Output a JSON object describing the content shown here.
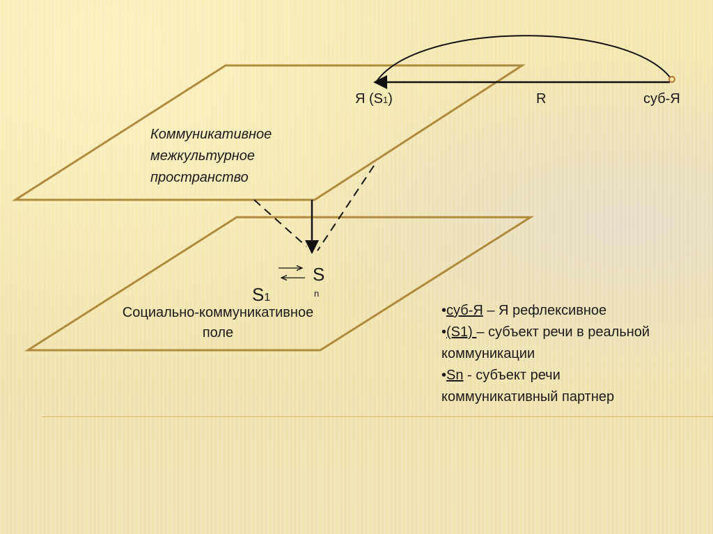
{
  "upper_plane": {
    "label_lines": [
      "Коммуникативное",
      "межкультурное",
      "пространство"
    ]
  },
  "lower_plane": {
    "label_lines": [
      "Социально-коммуникативное",
      "поле"
    ]
  },
  "relation": {
    "left_label": "Я (S",
    "left_sub": "1",
    "left_close": ")",
    "middle_label": "R",
    "right_label": "суб-Я"
  },
  "subjects": {
    "s1_main": "S",
    "s1_sub": "1",
    "sn_main": "S",
    "sn_sub": "n"
  },
  "legend": {
    "items": [
      {
        "bullet": "•",
        "term": "суб-Я",
        "text": " – Я рефлексивное"
      },
      {
        "bullet": "•",
        "term": "(S1) ",
        "text": " – субъект речи  в реальной"
      },
      {
        "bullet": "",
        "term": "",
        "text": "коммуникации"
      },
      {
        "bullet": "•",
        "term": "Sn",
        "text": " - субъект речи"
      },
      {
        "bullet": "",
        "term": "",
        "text": "коммуникативный партнер"
      }
    ]
  },
  "colors": {
    "plane_stroke": "#b08a3c",
    "line": "#111111",
    "separator": "#e0b860"
  }
}
